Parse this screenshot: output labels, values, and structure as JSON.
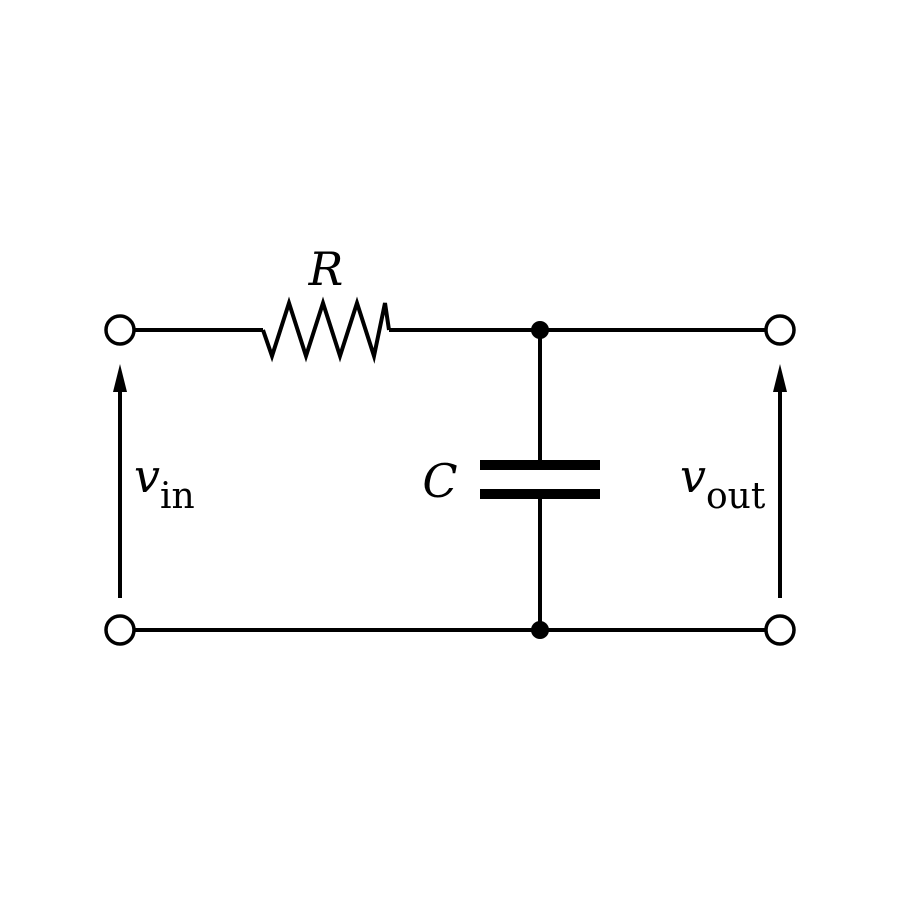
{
  "labels": {
    "resistor": "R",
    "capacitor": "C",
    "vin": {
      "symbol": "v",
      "subscript": "in"
    },
    "vout": {
      "symbol": "v",
      "subscript": "out"
    }
  }
}
